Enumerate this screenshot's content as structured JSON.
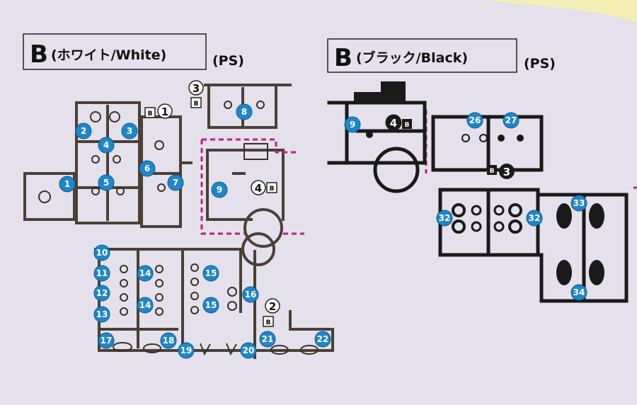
{
  "colors": {
    "background": "#e4e1ec",
    "part_badge": "#1f87c9",
    "badge_text": "#ffffff",
    "cut_line": "#c0207a",
    "white_runner": "#4a4036",
    "black_runner": "#1a1a1a",
    "accent_top": "#f3eeb4"
  },
  "left_runner": {
    "letter": "B",
    "name": "(ホワイト/White)",
    "material": "(PS)",
    "sections": [
      {
        "num": "1",
        "mark": "B"
      },
      {
        "num": "2",
        "mark": "B"
      },
      {
        "num": "3",
        "mark": "B"
      },
      {
        "num": "4",
        "mark": "B"
      }
    ],
    "parts": [
      "1",
      "2",
      "3",
      "4",
      "5",
      "6",
      "7",
      "8",
      "9",
      "10",
      "11",
      "12",
      "13",
      "14",
      "14",
      "15",
      "15",
      "16",
      "17",
      "18",
      "19",
      "20",
      "21",
      "22"
    ]
  },
  "right_runner": {
    "letter": "B",
    "name": "(ブラック/Black)",
    "material": "(PS)",
    "sections": [
      {
        "num": "4",
        "mark": "B"
      },
      {
        "num": "3",
        "mark": "B"
      }
    ],
    "parts": [
      "9",
      "26",
      "27",
      "32",
      "32",
      "33",
      "34"
    ]
  }
}
